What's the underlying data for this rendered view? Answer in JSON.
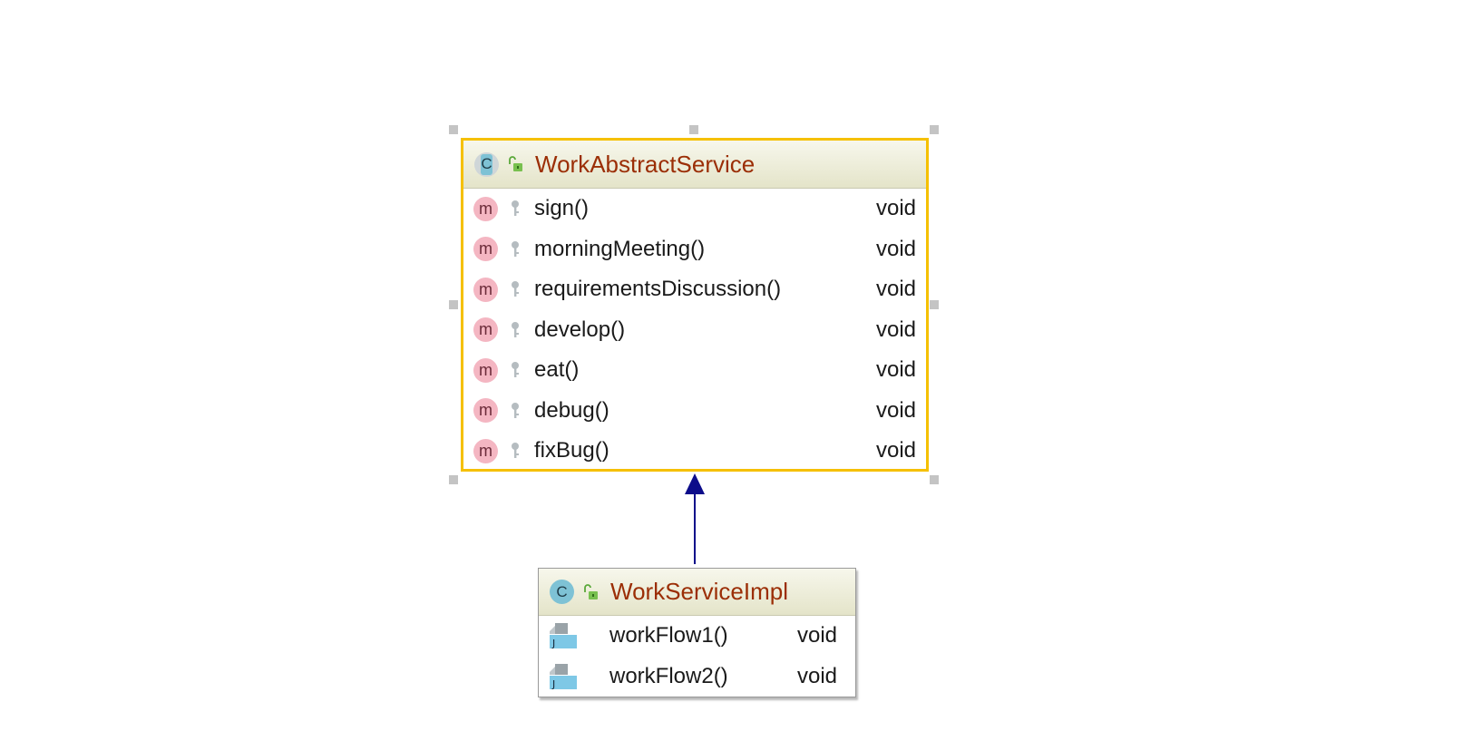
{
  "diagram": {
    "classes": [
      {
        "name": "WorkAbstractService",
        "kind_badge": "C",
        "selected": true,
        "methods": [
          {
            "name": "sign()",
            "type": "void",
            "badge": "m"
          },
          {
            "name": "morningMeeting()",
            "type": "void",
            "badge": "m"
          },
          {
            "name": "requirementsDiscussion()",
            "type": "void",
            "badge": "m"
          },
          {
            "name": "develop()",
            "type": "void",
            "badge": "m"
          },
          {
            "name": "eat()",
            "type": "void",
            "badge": "m"
          },
          {
            "name": "debug()",
            "type": "void",
            "badge": "m"
          },
          {
            "name": "fixBug()",
            "type": "void",
            "badge": "m"
          }
        ]
      },
      {
        "name": "WorkServiceImpl",
        "kind_badge": "C",
        "selected": false,
        "methods": [
          {
            "name": "workFlow1()",
            "type": "void",
            "icon": "java-method-icon",
            "icon_letter": "J"
          },
          {
            "name": "workFlow2()",
            "type": "void",
            "icon": "java-method-icon",
            "icon_letter": "J"
          }
        ]
      }
    ],
    "relations": [
      {
        "from": "WorkServiceImpl",
        "to": "WorkAbstractService",
        "kind": "generalization"
      }
    ],
    "colors": {
      "selection_border": "#f5c000",
      "class_name": "#9b2e06",
      "edge": "#0c0c8a",
      "method_badge": "#f4b6c2",
      "class_badge": "#7ec2d5"
    }
  }
}
